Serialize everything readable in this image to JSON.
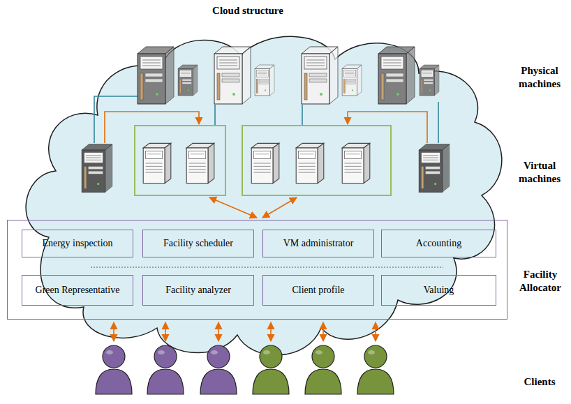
{
  "diagram": {
    "nodes": [
      {
        "text": [
          "Facility Allocator"
        ]
      },
      {
        "text": [
          "Energy inspection"
        ],
        "in": 0
      },
      {
        "text": [
          "Facility scheduler"
        ],
        "in": 0
      },
      {
        "text": [
          "VM administrator"
        ],
        "in": 0
      },
      {
        "text": [
          "Accounting"
        ],
        "in": 0
      },
      {
        "text": [
          "Green Representative"
        ],
        "in": 0
      },
      {
        "text": [
          "Facility analyzer"
        ],
        "in": 0
      },
      {
        "text": [
          "Client profile"
        ],
        "in": 0
      },
      {
        "text": [
          "Valuing"
        ],
        "in": 0
      }
    ],
    "labels": [
      "Cloud structure",
      "Physical machines",
      "Virtual machines",
      "Clients"
    ]
  }
}
